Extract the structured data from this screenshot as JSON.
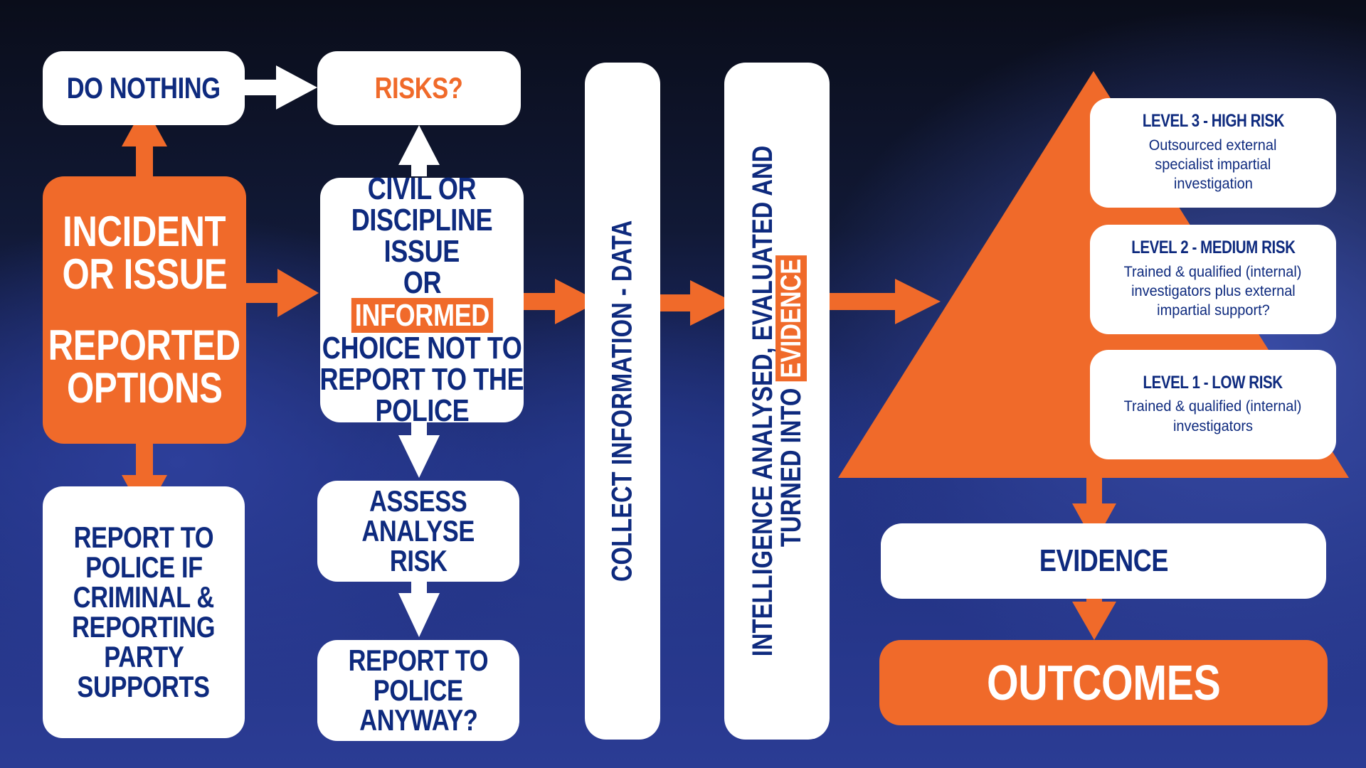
{
  "nodes": {
    "do_nothing": "DO NOTHING",
    "risks": "RISKS?",
    "incident": {
      "line1": "INCIDENT",
      "line2": "OR ISSUE",
      "line3": "REPORTED",
      "line4": "OPTIONS"
    },
    "civil": {
      "line1": "CIVIL OR",
      "line2": "DISCIPLINE",
      "line3": "ISSUE",
      "line4": "OR",
      "highlight": "INFORMED",
      "line5": "CHOICE NOT TO",
      "line6": "REPORT TO THE",
      "line7": "POLICE"
    },
    "report_if_criminal": {
      "line1": "REPORT TO",
      "line2": "POLICE IF",
      "line3": "CRIMINAL &",
      "line4": "REPORTING",
      "line5": "PARTY",
      "line6": "SUPPORTS"
    },
    "assess": {
      "line1": "ASSESS",
      "line2": "ANALYSE",
      "line3": "RISK"
    },
    "report_anyway": {
      "line1": "REPORT TO",
      "line2": "POLICE",
      "line3": "ANYWAY?"
    },
    "collect": "COLLECT INFORMATION - DATA",
    "intelligence": {
      "line1": "INTELLIGENCE ANALYSED, EVALUATED AND",
      "line2_prefix": "TURNED INTO",
      "line2_highlight": "EVIDENCE"
    },
    "levels": [
      {
        "title": "LEVEL 3 - HIGH RISK",
        "desc1": "Outsourced external",
        "desc2": "specialist impartial",
        "desc3": "investigation"
      },
      {
        "title": "LEVEL 2 - MEDIUM RISK",
        "desc1": "Trained & qualified (internal)",
        "desc2": "investigators plus external",
        "desc3": "impartial support?"
      },
      {
        "title": "LEVEL 1 - LOW RISK",
        "desc1": "Trained & qualified (internal)",
        "desc2": "investigators",
        "desc3": ""
      }
    ],
    "evidence": "EVIDENCE",
    "outcomes": "OUTCOMES"
  },
  "colors": {
    "orange": "#f06a2a",
    "navy": "#0e2a7e",
    "white": "#ffffff"
  }
}
